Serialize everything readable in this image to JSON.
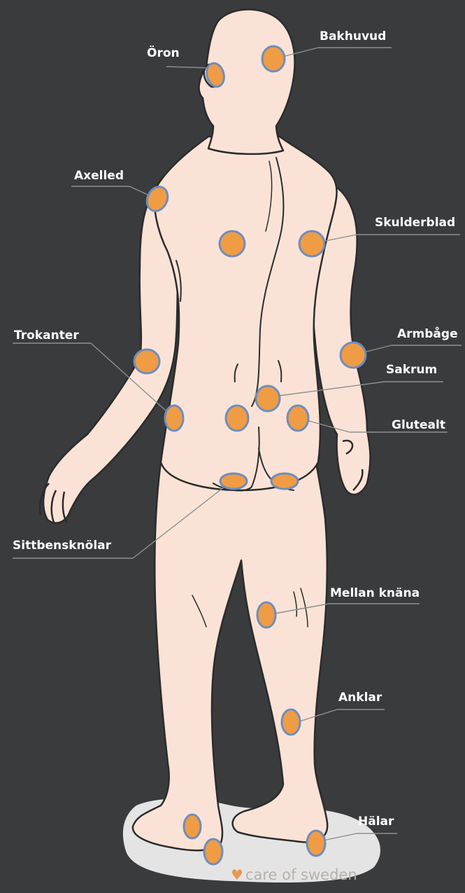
{
  "labels": {
    "ears": "Öron",
    "back_of_head": "Bakhuvud",
    "shoulder_joint": "Axelled",
    "shoulder_blade": "Skulderblad",
    "trochanter": "Trokanter",
    "elbow": "Armbåge",
    "sacrum": "Sakrum",
    "gluteal": "Glutealt",
    "ischial_tuberosities": "Sittbensknölar",
    "between_knees": "Mellan knäna",
    "ankles": "Anklar",
    "heels": "Hälar"
  },
  "brand": "care of sweden",
  "colors": {
    "background": "#3a3b3d",
    "skin": "#fae3d6",
    "marker_fill": "#ef9c45",
    "marker_ring": "#6f8dbd",
    "leader_line": "#8d8f91"
  }
}
